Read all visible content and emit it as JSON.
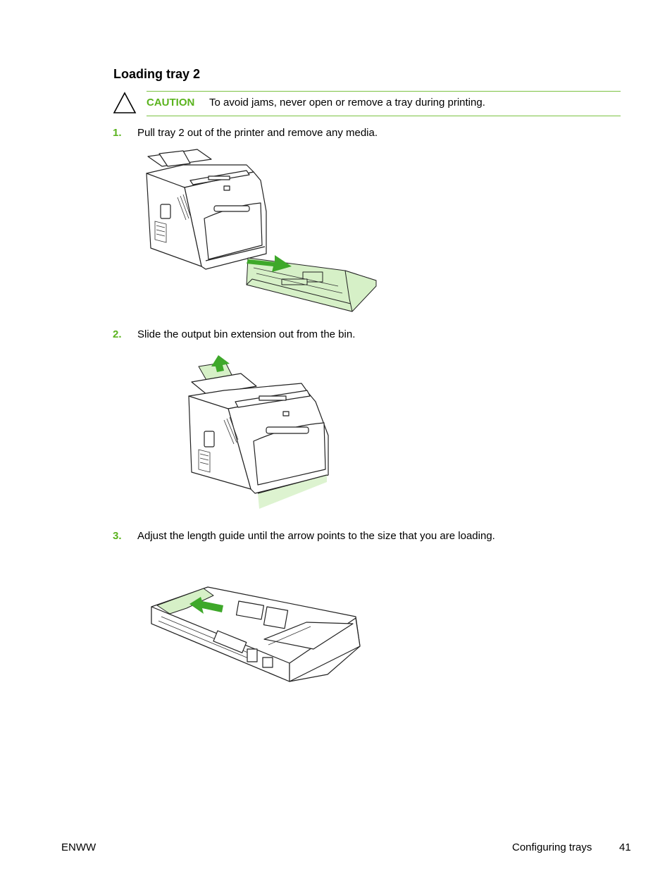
{
  "section_title": "Loading tray 2",
  "caution": {
    "label": "CAUTION",
    "text": "To avoid jams, never open or remove a tray during printing."
  },
  "steps": [
    {
      "number": "1.",
      "text": "Pull tray 2 out of the printer and remove any media."
    },
    {
      "number": "2.",
      "text": "Slide the output bin extension out from the bin."
    },
    {
      "number": "3.",
      "text": "Adjust the length guide until the arrow points to the size that you are loading."
    }
  ],
  "footer": {
    "left": "ENWW",
    "section": "Configuring trays",
    "page": "41"
  },
  "colors": {
    "accent_green": "#5ab31e",
    "rule_green": "#7cc242",
    "highlight_green": "#d6f0c7"
  }
}
